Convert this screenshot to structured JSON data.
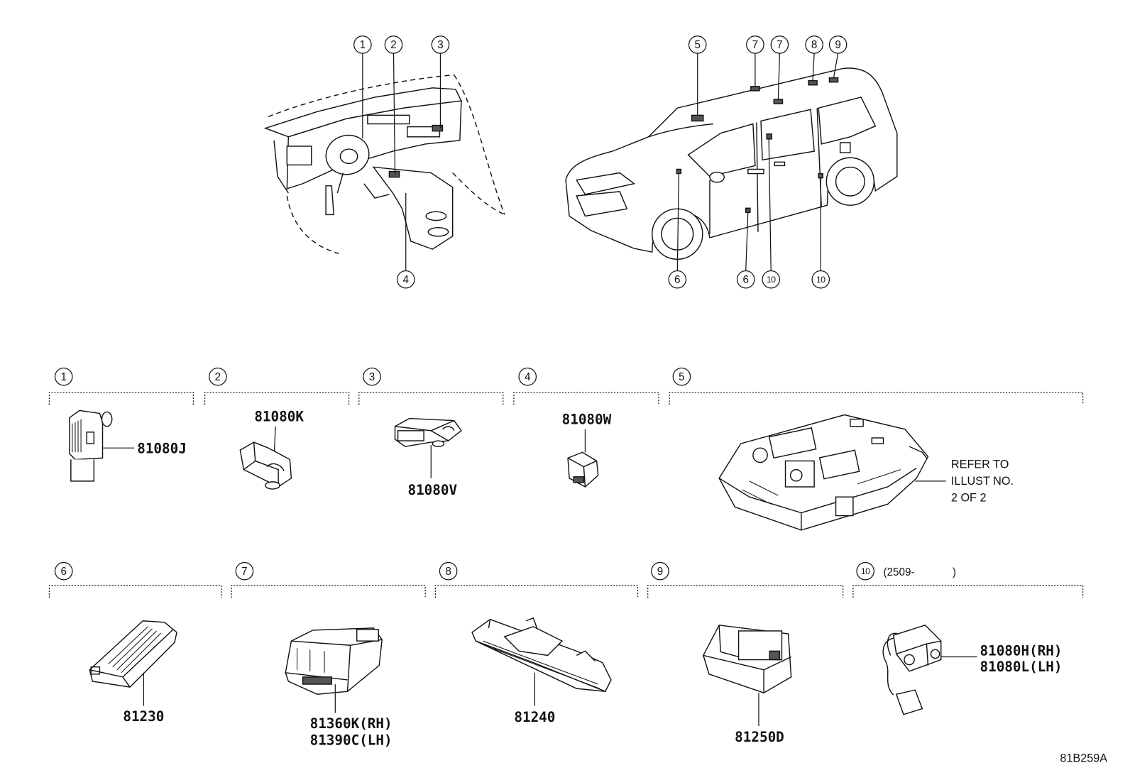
{
  "overview": {
    "dashboard": {
      "callouts": [
        "1",
        "2",
        "3",
        "4"
      ]
    },
    "vehicle": {
      "callouts_top": [
        "5",
        "7",
        "7",
        "8",
        "9"
      ],
      "callouts_bottom": [
        "6",
        "6",
        "10",
        "10"
      ]
    }
  },
  "panels": {
    "p1": {
      "ref": "1",
      "part": "81080J"
    },
    "p2": {
      "ref": "2",
      "part": "81080K"
    },
    "p3": {
      "ref": "3",
      "part": "81080V"
    },
    "p4": {
      "ref": "4",
      "part": "81080W"
    },
    "p5": {
      "ref": "5",
      "note": [
        "REFER TO",
        "ILLUST NO.",
        "2 OF 2"
      ]
    },
    "p6": {
      "ref": "6",
      "part": "81230"
    },
    "p7": {
      "ref": "7",
      "parts": [
        "81360K(RH)",
        "81390C(LH)"
      ]
    },
    "p8": {
      "ref": "8",
      "part": "81240"
    },
    "p9": {
      "ref": "9",
      "part": "81250D"
    },
    "p10": {
      "ref": "10",
      "date_open": "(2509-",
      "date_close": ")",
      "parts": [
        "81080H(RH)",
        "81080L(LH)"
      ]
    }
  },
  "diagram_code": "81B259A"
}
